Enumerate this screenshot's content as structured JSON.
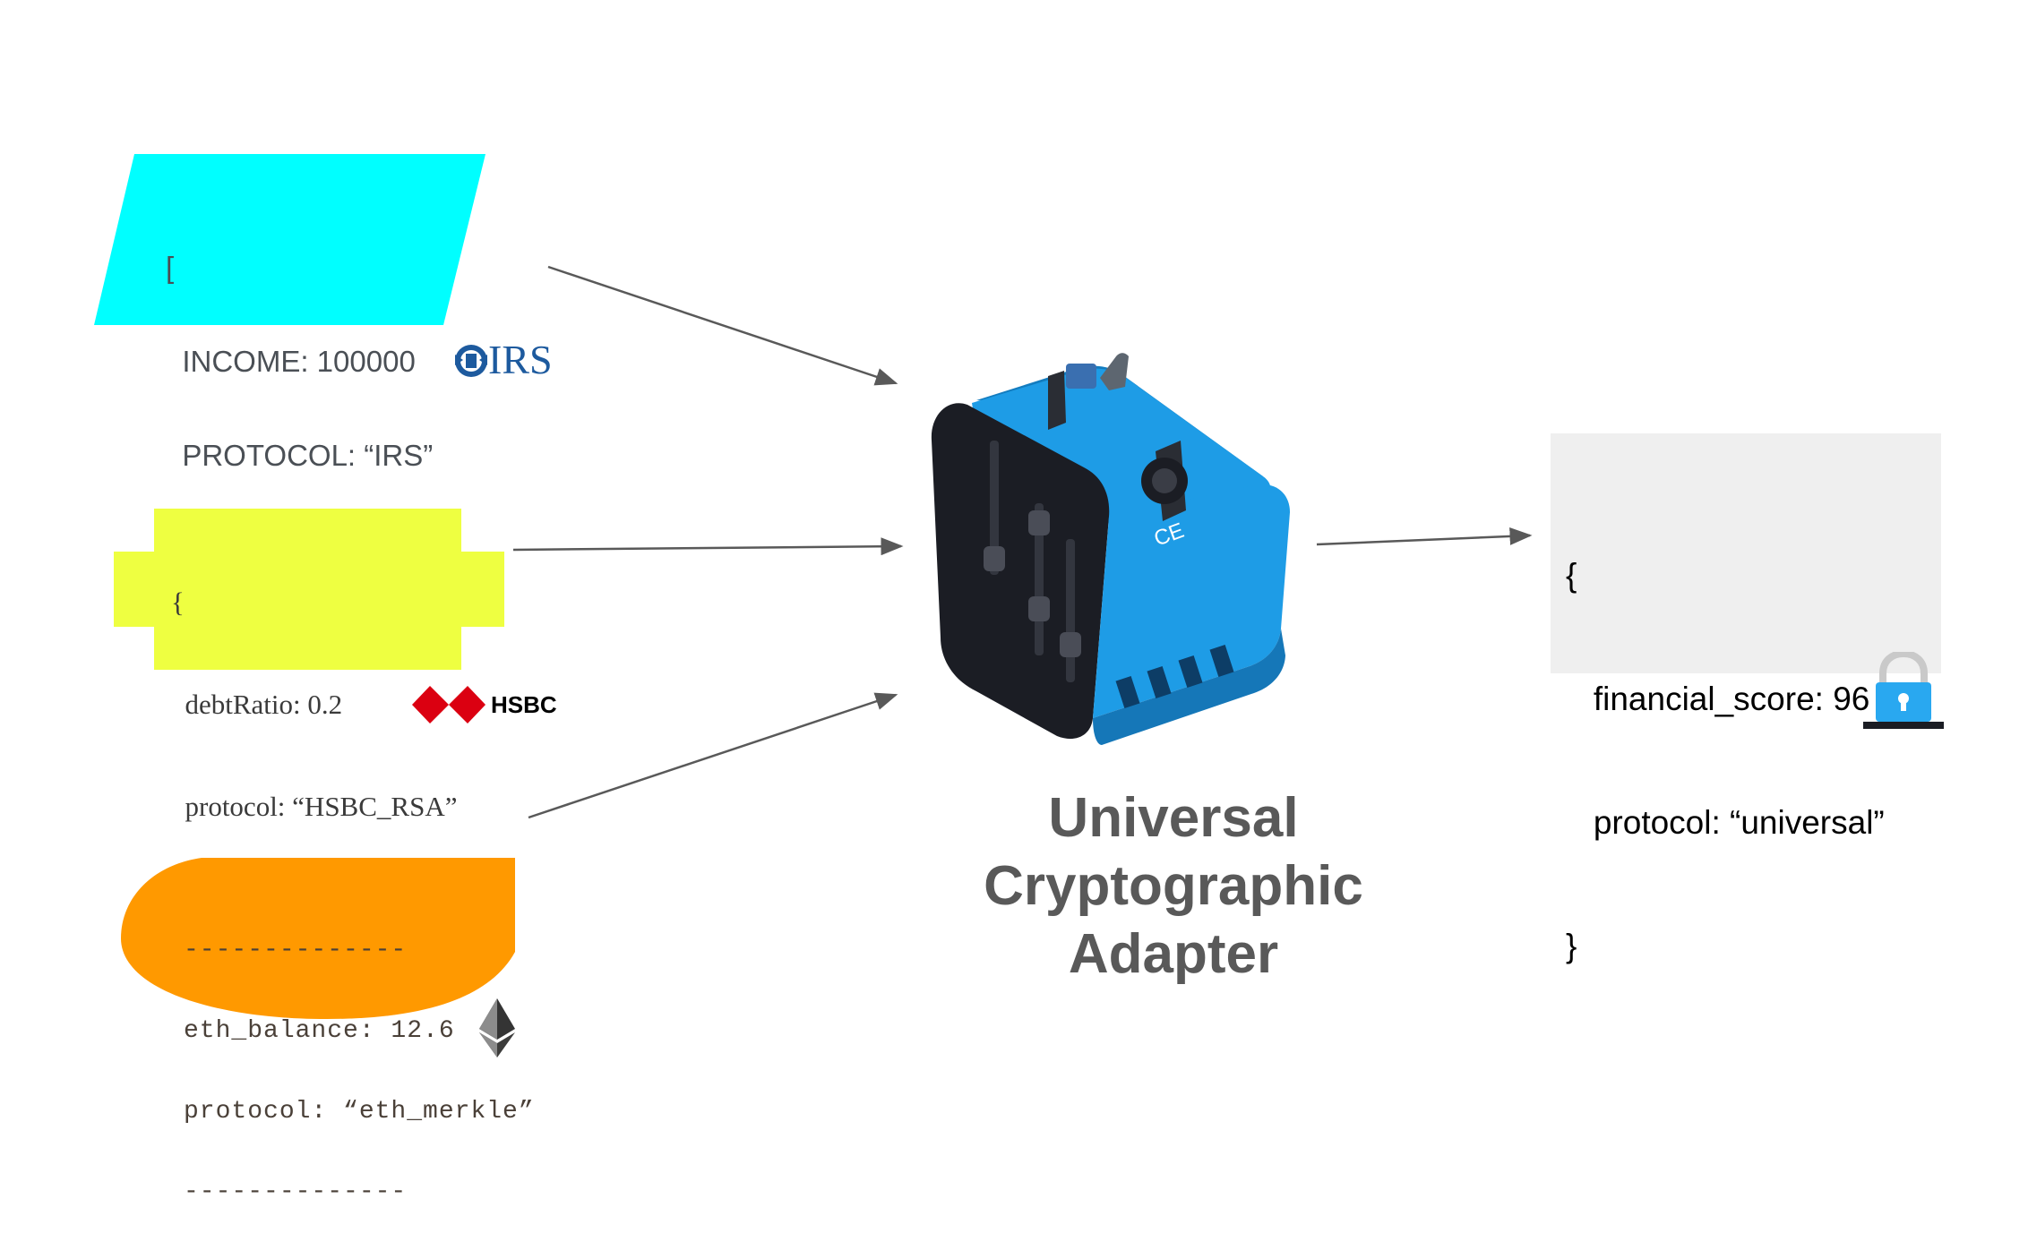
{
  "inputs": {
    "irs": {
      "lines": [
        "[",
        "  INCOME: 100000",
        "  PROTOCOL: “IRS”",
        "]"
      ],
      "logo_text": "IRS",
      "color": "#00ffff"
    },
    "hsbc": {
      "lines": [
        "{",
        "  debtRatio: 0.2",
        "  protocol: “HSBC_RSA”",
        "}"
      ],
      "logo_text": "HSBC",
      "color": "#eeff41"
    },
    "eth": {
      "lines": [
        "--------------",
        "eth_balance: 12.6",
        "protocol: “eth_merkle”",
        "--------------"
      ],
      "logo_icon": "ethereum-icon",
      "color": "#ff9900"
    }
  },
  "output": {
    "lines": [
      "{",
      "   financial_score: 96",
      "   protocol: “universal”",
      "}"
    ],
    "icon": "lock-icon",
    "color": "#efefef"
  },
  "title": [
    "Universal",
    "Cryptographic",
    "Adapter"
  ],
  "colors": {
    "adapter_blue": "#1e9ce6",
    "adapter_dark": "#1b1d24",
    "arrow": "#595959"
  }
}
